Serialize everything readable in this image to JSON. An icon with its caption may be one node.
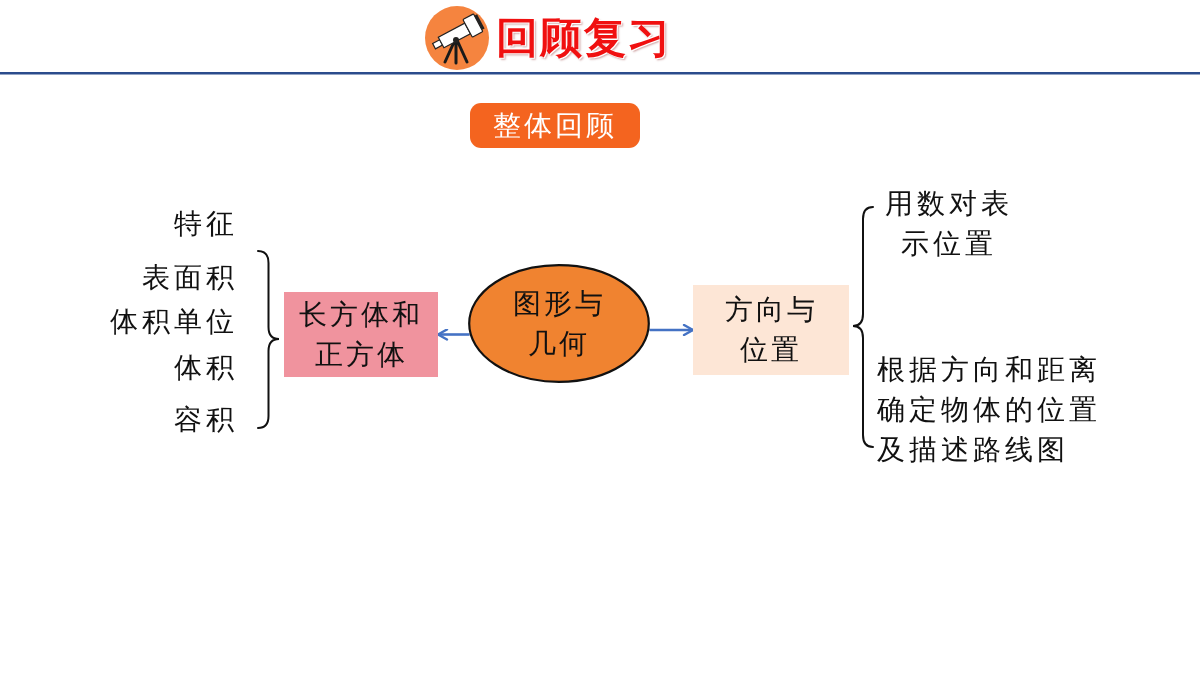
{
  "diagram": {
    "title": "回顾复习",
    "nodes": [
      {
        "text": [
          "整体回顾"
        ]
      },
      {
        "text": [
          "长方体和正方体"
        ],
        "beside": [
          "特征",
          "表面积",
          "体积单位",
          "体积",
          "容积"
        ]
      },
      {
        "text": [
          "图形与几何"
        ]
      },
      {
        "text": [
          "方向与位置"
        ],
        "beside": [
          "用数对表示位置",
          "根据方向和距离确定物体的位置及描述路线图"
        ]
      }
    ],
    "edges": [
      {
        "from": 2,
        "to": 1,
        "arrow": "to"
      },
      {
        "from": 2,
        "to": 3,
        "arrow": "to"
      }
    ]
  }
}
